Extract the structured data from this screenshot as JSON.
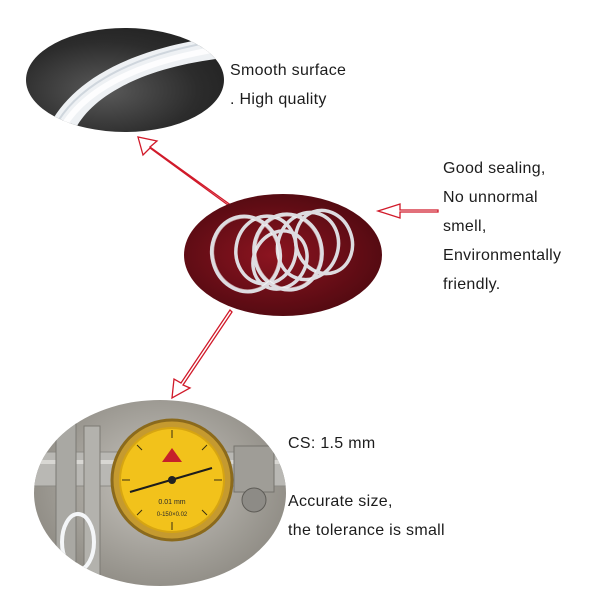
{
  "captions": {
    "top": [
      "Smooth surface",
      ". High quality"
    ],
    "right": [
      "Good sealing,",
      "No unnormal",
      "smell,",
      "Environmentally",
      "friendly."
    ],
    "cs": "CS:  1.5 mm",
    "accuracy": [
      "Accurate size,",
      "the tolerance is small"
    ]
  },
  "dial_text": {
    "reading": "0.01 mm",
    "serial": "0-150×0.02"
  },
  "colors": {
    "arrow": "#d11a2a",
    "red_bg": "#7a0e18",
    "dial_face": "#f2c21b"
  }
}
